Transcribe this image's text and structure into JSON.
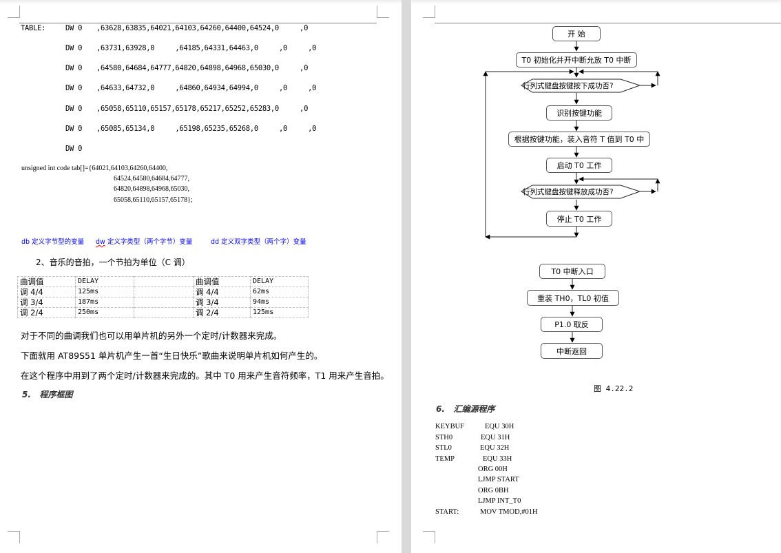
{
  "page1": {
    "table_label": "TABLE:",
    "dw_lines": [
      {
        "op": "DW 0",
        "values": ",63628,63835,64021,64103,64260,64400,64524,0     ,0"
      },
      {
        "op": "DW 0",
        "values": ",63731,63928,0     ,64185,64331,64463,0     ,0     ,0"
      },
      {
        "op": "DW 0",
        "values": ",64580,64684,64777,64820,64898,64968,65030,0     ,0"
      },
      {
        "op": "DW 0",
        "values": ",64633,64732,0     ,64860,64934,64994,0     ,0     ,0"
      },
      {
        "op": "DW 0",
        "values": ",65058,65110,65157,65178,65217,65252,65283,0     ,0"
      },
      {
        "op": "DW 0",
        "values": ",65085,65134,0     ,65198,65235,65268,0     ,0     ,0"
      },
      {
        "op": "DW 0",
        "values": ""
      }
    ],
    "c_array": {
      "line1": "unsigned int code tab[]={64021,64103,64260,64400,",
      "line2": "64524,64580,64684,64777,",
      "line3": "64820,64898,64968,65030,",
      "line4": "65058,65110,65157,65178};"
    },
    "defs": {
      "db": "db 定义字节型的变量",
      "dw_kw": "dw",
      "dw": " 定义字类型（两个字节）变量",
      "dd": "dd 定义双字类型（两个字）变量"
    },
    "beat_title": "2、音乐的音拍，一个节拍为单位（C 调）",
    "delay_table": {
      "rows": [
        [
          "曲调值",
          "DELAY",
          "",
          "曲调值",
          "DELAY"
        ],
        [
          "调 4/4",
          "125ms",
          "",
          "调 4/4",
          "62ms"
        ],
        [
          "调 3/4",
          "187ms",
          "",
          "调 3/4",
          "94ms"
        ],
        [
          "调 2/4",
          "250ms",
          "",
          "调 2/4",
          "125ms"
        ]
      ]
    },
    "para1": "对于不同的曲调我们也可以用单片机的另外一个定时/计数器来完成。",
    "para2": "下面就用 AT89S51 单片机产生一首“生日快乐”歌曲来说明单片机如何产生的。",
    "para3": "在这个程序中用到了两个定时/计数器来完成的。其中 T0 用来产生音符频率，T1 用来产生音拍。",
    "section5": "5.   程序框图"
  },
  "page2": {
    "flow_main": {
      "start": "开  始",
      "init": "T0 初始化并开中断允放 T0 中断",
      "decision1": "行列式键盘按键按下成功否?",
      "identify": "识别按键功能",
      "load": "根据按键功能，装入音符 T 值到 T0 中",
      "start_t0": "启动 T0 工作",
      "decision2": "行列式键盘按键释放成功否?",
      "stop_t0": "停止 T0 工作"
    },
    "flow_isr": {
      "entry": "T0 中断入口",
      "reload": "重装 TH0，TL0 初值",
      "toggle": "P1.0 取反",
      "ret": "中断返回"
    },
    "figure_caption": "图 4.22.2",
    "section6": "6.   汇编源程序",
    "asm": [
      {
        "label": "KEYBUF",
        "code": "EQU 30H"
      },
      {
        "label": "STH0",
        "code": "EQU 31H"
      },
      {
        "label": "STL0",
        "code": "EQU 32H"
      },
      {
        "label": "TEMP",
        "code": "EQU 33H"
      },
      {
        "label": "",
        "code": "ORG 00H"
      },
      {
        "label": "",
        "code": "LJMP START"
      },
      {
        "label": "",
        "code": "ORG 0BH"
      },
      {
        "label": "",
        "code": "LJMP INT_T0"
      },
      {
        "label": "START:",
        "code": "MOV TMOD,#01H"
      }
    ]
  }
}
